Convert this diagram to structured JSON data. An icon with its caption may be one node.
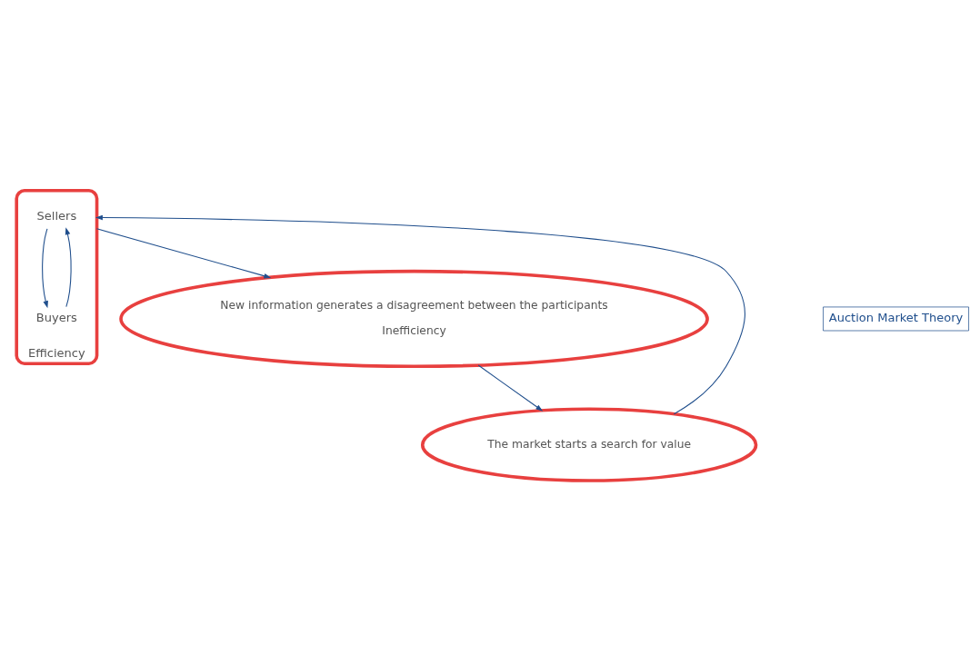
{
  "diagram": {
    "nodes": [
      {
        "text": [
          "Efficiency"
        ]
      },
      {
        "text": [
          "Sellers"
        ],
        "in": 0
      },
      {
        "text": [
          "Buyers"
        ],
        "in": 0
      },
      {
        "text": [
          "New information generates a disagreement between the participants",
          "Inefficiency"
        ]
      },
      {
        "text": [
          "The market starts a search for value"
        ]
      },
      {
        "text": [
          "Auction Market Theory"
        ]
      }
    ],
    "edges": [
      {
        "from": 2,
        "to": 1,
        "arrow": "to"
      },
      {
        "from": 1,
        "to": 2,
        "arrow": "to"
      },
      {
        "from": 0,
        "to": 3,
        "arrow": "to"
      },
      {
        "from": 3,
        "to": 4,
        "arrow": "to"
      },
      {
        "from": 4,
        "to": 0,
        "arrow": "to"
      }
    ]
  }
}
